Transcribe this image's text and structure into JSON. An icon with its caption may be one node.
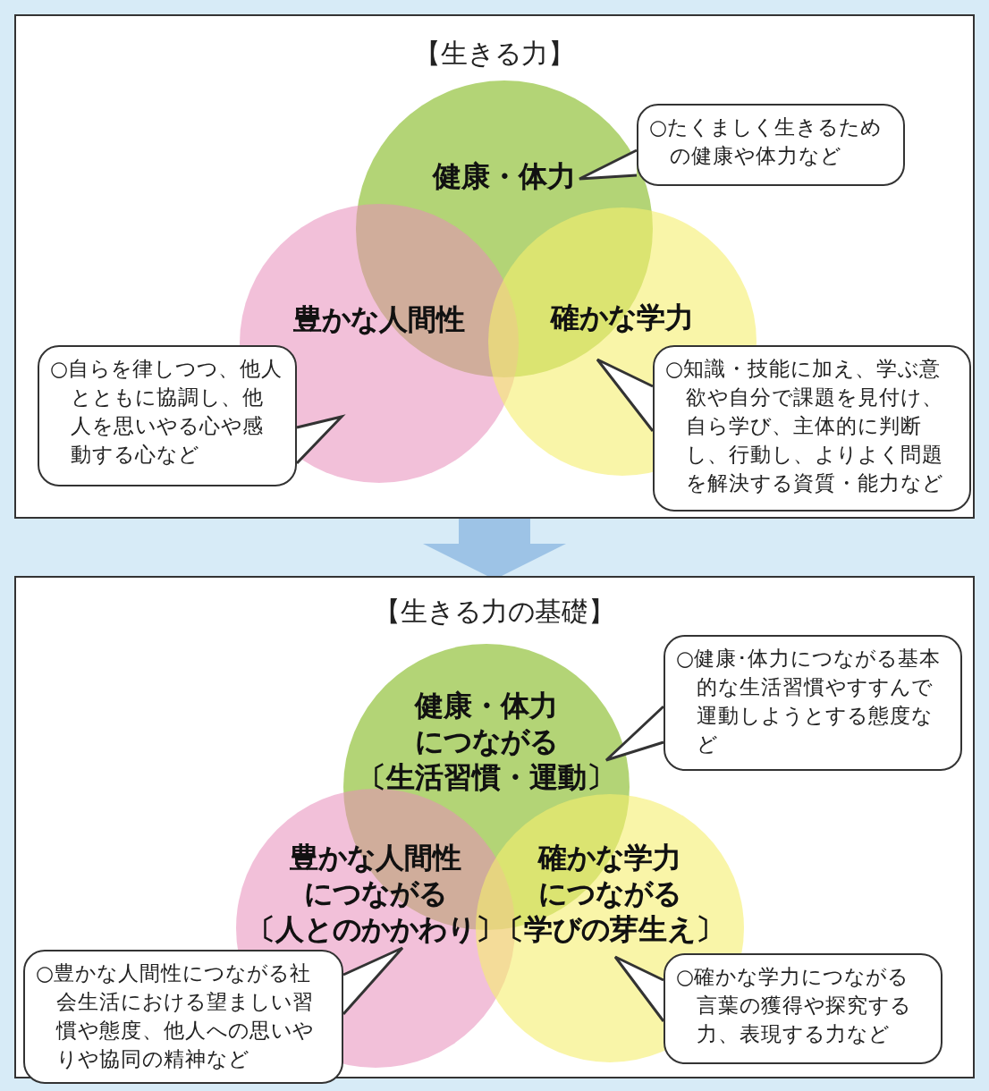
{
  "diagram": {
    "nodes": [
      {
        "text": [
          "【生きる力】"
        ]
      },
      {
        "text": [
          "健康・体力"
        ],
        "in": 0
      },
      {
        "text": [
          "豊かな人間性"
        ],
        "in": 0
      },
      {
        "text": [
          "確かな学力"
        ],
        "in": 0
      },
      {
        "text": [
          "○たくましく生きるための健康や体力など"
        ],
        "in": 0
      },
      {
        "text": [
          "○自らを律しつつ、他人とともに協調し、他人を思いやる心や感動する心など"
        ],
        "in": 0
      },
      {
        "text": [
          "○知識・技能に加え、学ぶ意欲や自分で課題を見付け、自ら学び、主体的に判断し、行動し、よりよく問題を解決する資質・能力など"
        ],
        "in": 0
      },
      {
        "text": [
          "【生きる力の基礎】"
        ]
      },
      {
        "text": [
          "健康・体力につながる",
          "〔生活習慣・運動〕"
        ],
        "in": 7
      },
      {
        "text": [
          "豊かな人間性につながる",
          "〔人とのかかわり〕"
        ],
        "in": 7
      },
      {
        "text": [
          "確かな学力につながる",
          "〔学びの芽生え〕"
        ],
        "in": 7
      },
      {
        "text": [
          "○健康･体力につながる基本的な生活習慣やすすんで運動しようとする態度など"
        ],
        "in": 7
      },
      {
        "text": [
          "○豊かな人間性につながる社会生活における望ましい習慣や態度、他人への思いやりや協同の精神など"
        ],
        "in": 7
      },
      {
        "text": [
          "○確かな学力につながる言葉の獲得や探究する力、表現する力など"
        ],
        "in": 7
      }
    ],
    "edges": [
      {
        "from": 4,
        "to": 1,
        "arrow": "to"
      },
      {
        "from": 5,
        "to": 2,
        "arrow": "to"
      },
      {
        "from": 6,
        "to": 3,
        "arrow": "to"
      },
      {
        "from": 0,
        "to": 7,
        "arrow": "to",
        "style": "thick",
        "color": "#9dc3e6"
      },
      {
        "from": 11,
        "to": 8,
        "arrow": "to"
      },
      {
        "from": 12,
        "to": 9,
        "arrow": "to"
      },
      {
        "from": 13,
        "to": 10,
        "arrow": "to"
      }
    ]
  }
}
